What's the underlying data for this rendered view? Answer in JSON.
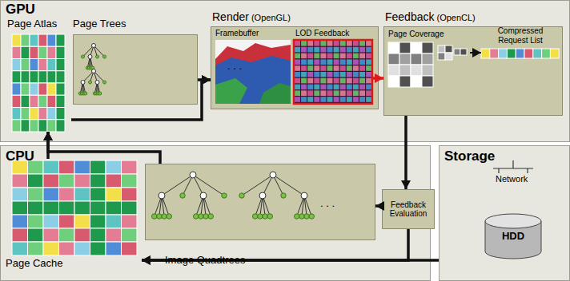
{
  "diagram": {
    "nodes": [
      {
        "text": [
          "GPU"
        ]
      },
      {
        "text": [
          "Page Atlas"
        ],
        "in": 0
      },
      {
        "text": [
          "Page Trees"
        ],
        "in": 0
      },
      {
        "text": [
          "Render",
          "(OpenGL)"
        ],
        "in": 0
      },
      {
        "text": [
          "Framebuffer"
        ],
        "in": 3
      },
      {
        "text": [
          "LOD Feedback"
        ],
        "in": 3
      },
      {
        "text": [
          "Feedback",
          "(OpenCL)"
        ],
        "in": 0
      },
      {
        "text": [
          "Page Coverage"
        ],
        "in": 6
      },
      {
        "text": [
          "Compressed Request List"
        ],
        "in": 6
      },
      {
        "text": [
          "CPU"
        ]
      },
      {
        "text": [
          "Page Cache"
        ],
        "in": 9
      },
      {
        "text": [
          "Image Quadtrees"
        ],
        "in": 9
      },
      {
        "text": [
          "Feedback Evaluation"
        ],
        "in": 9
      },
      {
        "text": [
          "Storage"
        ]
      },
      {
        "text": [
          "HDD"
        ],
        "in": 13
      }
    ],
    "edges": [
      {
        "from": 1,
        "to": 3,
        "arrow": "to"
      },
      {
        "from": 2,
        "to": 3,
        "arrow": "to"
      },
      {
        "from": 5,
        "to": 6,
        "arrow": "to"
      },
      {
        "from": 7,
        "to": 8,
        "arrow": "to"
      },
      {
        "from": 6,
        "to": 12,
        "arrow": "to"
      },
      {
        "from": 12,
        "to": 11,
        "arrow": "to"
      },
      {
        "from": 13,
        "to": 10,
        "arrow": "to"
      },
      {
        "from": 12,
        "to": 10,
        "arrow": "to"
      },
      {
        "from": 10,
        "to": 1,
        "arrow": "to"
      },
      {
        "from": 11,
        "to": 1,
        "arrow": "to"
      }
    ],
    "labels": [
      ". . .",
      ". . .",
      "Network"
    ]
  }
}
